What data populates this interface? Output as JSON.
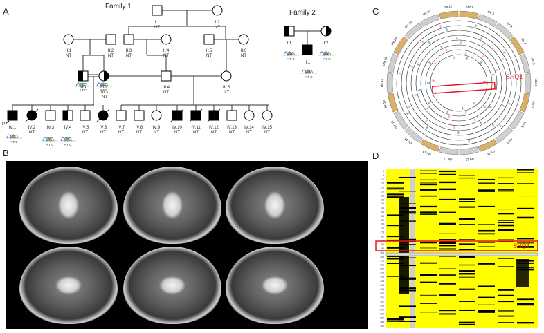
{
  "panels": {
    "a": "A",
    "b": "B",
    "c": "C",
    "d": "D"
  },
  "family1_title": "Family 1",
  "family2_title": "Family 2",
  "pedigree1": {
    "gen1": [
      {
        "id": "I:1",
        "status": "NT"
      },
      {
        "id": "I:2",
        "status": "NT"
      }
    ],
    "gen2": [
      {
        "id": "II:1",
        "status": "NT"
      },
      {
        "id": "II:2",
        "status": "NT"
      },
      {
        "id": "II:3",
        "status": "NT"
      },
      {
        "id": "II:4",
        "status": "NT"
      },
      {
        "id": "II:5",
        "status": "NT"
      },
      {
        "id": "II:6",
        "status": "NT"
      }
    ],
    "gen3": [
      {
        "id": "III:1",
        "status": ""
      },
      {
        "id": "III:2",
        "status": ""
      },
      {
        "id": "III:3",
        "status": "NT"
      },
      {
        "id": "III:4",
        "status": "NT"
      },
      {
        "id": "III:5",
        "status": "NT"
      }
    ],
    "gen4": [
      {
        "id": "IV:1",
        "status": ""
      },
      {
        "id": "IV:2",
        "status": "NT"
      },
      {
        "id": "IV:3",
        "status": ""
      },
      {
        "id": "IV:4",
        "status": ""
      },
      {
        "id": "IV:5",
        "status": "NT"
      },
      {
        "id": "IV:6",
        "status": "NT"
      },
      {
        "id": "IV:7",
        "status": "NT"
      },
      {
        "id": "IV:8",
        "status": "NT"
      },
      {
        "id": "IV:9",
        "status": "NT"
      },
      {
        "id": "IV:10",
        "status": "NT"
      },
      {
        "id": "IV:11",
        "status": "NT"
      },
      {
        "id": "IV:12",
        "status": "NT"
      },
      {
        "id": "IV:13",
        "status": "NT"
      },
      {
        "id": "IV:14",
        "status": "NT"
      },
      {
        "id": "IV:15",
        "status": "NT"
      }
    ],
    "proband_label": "P",
    "seq_bases": "A T C"
  },
  "pedigree2": [
    {
      "id": "I:1"
    },
    {
      "id": "I:2"
    },
    {
      "id": "II:1"
    }
  ],
  "seq_letters": {
    "a": "A",
    "t": "T",
    "c": "C"
  },
  "circos": {
    "highlight_gene": "SHQ1",
    "chromosomes": [
      "chr 1",
      "chr 2",
      "chr 3",
      "chr 4",
      "chr 5",
      "chr 6",
      "chr 7",
      "chr 8",
      "chr 9",
      "chr 10",
      "chr 11",
      "chr 12",
      "chr 13",
      "chr 14",
      "chr 15",
      "chr 16",
      "chr 17",
      "chr 18",
      "chr 19",
      "chr 20",
      "chr 21",
      "chr 22"
    ],
    "highlight_color": "#e8141b",
    "track_pink": "#f3a7b9",
    "track_blue": "#6fb4e3"
  },
  "heatmap": {
    "highlight_gene": "SHQ1",
    "row_labels": [
      "0",
      "5",
      "10",
      "15",
      "20",
      "25",
      "30",
      "35",
      "40",
      "45",
      "50",
      "55",
      "60",
      "65",
      "70",
      "75",
      "80",
      "85",
      "90",
      "95",
      "100",
      "105",
      "110",
      "115",
      "120",
      "125",
      "130",
      "135",
      "140",
      "145",
      "150",
      "155",
      "160",
      "165",
      "170",
      "175",
      "180",
      "185",
      "190"
    ],
    "bg_color": "#ffff00",
    "mark_color": "#000000"
  }
}
